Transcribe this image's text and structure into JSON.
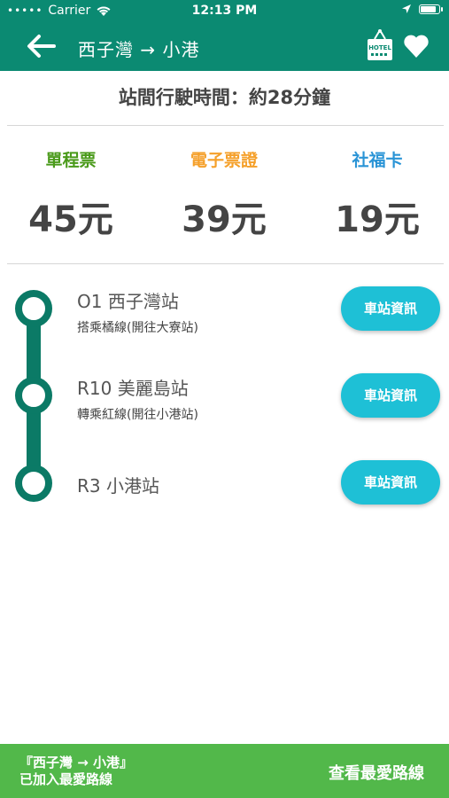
{
  "status_bar": {
    "signal": "•••••",
    "carrier": "Carrier",
    "time": "12:13 PM"
  },
  "header": {
    "title": "西子灣 → 小港",
    "back_icon": "arrow-left-icon",
    "hotel_icon": "hotel-sign-icon",
    "hotel_sign_text": "HOTEL",
    "favorite_icon": "heart-icon",
    "bg_color": "#0b8a72"
  },
  "travel_time": "站間行駛時間：約28分鐘",
  "fares": [
    {
      "label": "單程票",
      "price": "45元",
      "color": "#4a9a1a"
    },
    {
      "label": "電子票證",
      "price": "39元",
      "color": "#f5a02a"
    },
    {
      "label": "社福卡",
      "price": "19元",
      "color": "#2a94d6"
    }
  ],
  "route": {
    "line_color": "#0b7a66",
    "stops": [
      {
        "name": "O1 西子灣站",
        "note": "搭乘橘線(開往大寮站)",
        "button": "車站資訊"
      },
      {
        "name": "R10 美麗島站",
        "note": "轉乘紅線(開往小港站)",
        "button": "車站資訊"
      },
      {
        "name": "R3 小港站",
        "note": "",
        "button": "車站資訊"
      }
    ]
  },
  "toast": {
    "line1": "『西子灣 → 小港』",
    "line2": "已加入最愛路線",
    "action": "查看最愛路線",
    "bg_color": "#52b84a"
  }
}
